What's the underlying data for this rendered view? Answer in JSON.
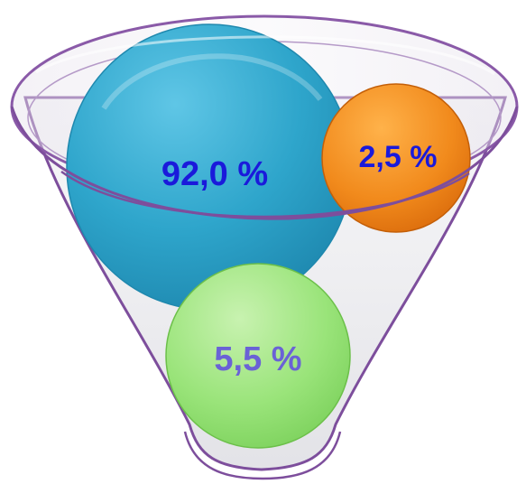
{
  "diagram": {
    "type": "funnel-bubbles",
    "bubbles": [
      {
        "id": "large",
        "label": "92,0 %",
        "value": 92.0,
        "fill": "#2aa3c9",
        "label_color": "#1a1adb"
      },
      {
        "id": "small",
        "label": "2,5 %",
        "value": 2.5,
        "fill": "#ef7d12",
        "label_color": "#1a1adb"
      },
      {
        "id": "medium",
        "label": "5,5 %",
        "value": 5.5,
        "fill": "#8fdc6e",
        "label_color": "#6a62d6"
      }
    ],
    "funnel_stroke": "#7d4e9c",
    "funnel_fill": "#e6e6ea"
  }
}
